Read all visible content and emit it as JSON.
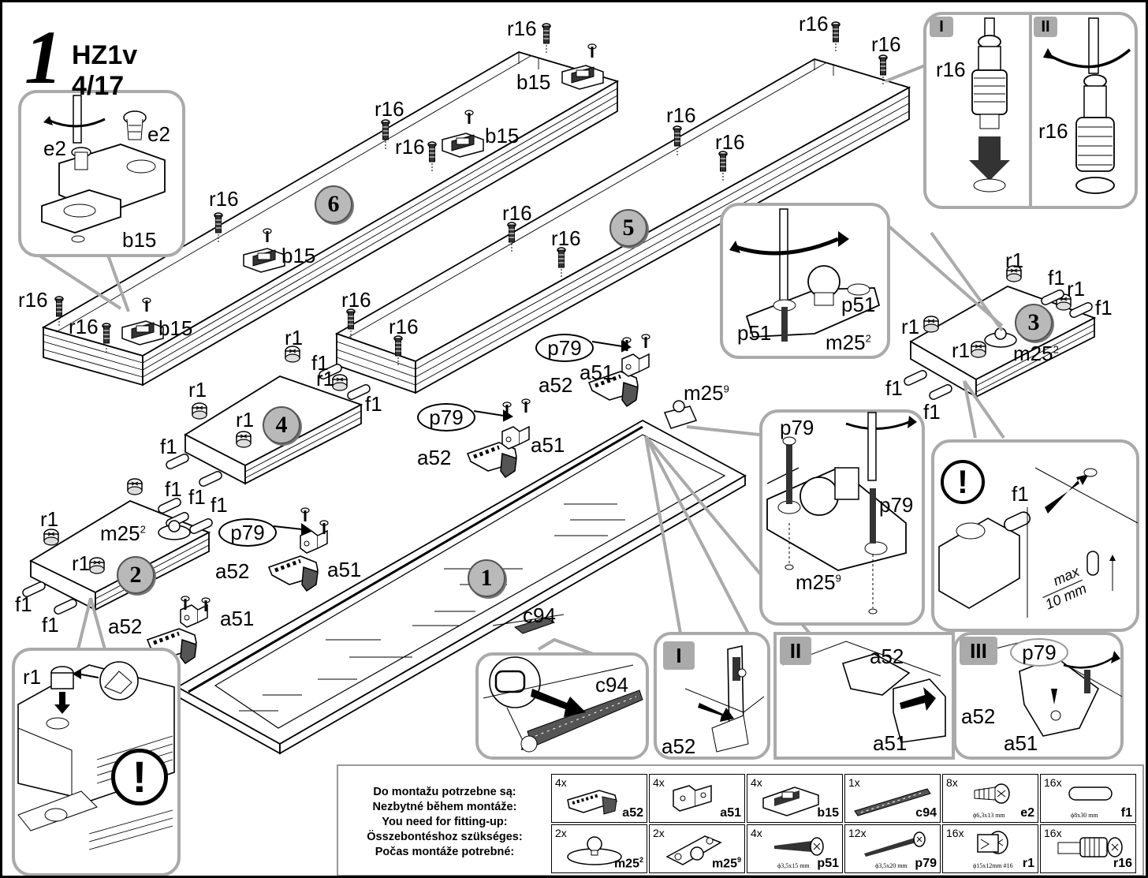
{
  "step_number": "1",
  "sheet_code": "HZ1v 4/17",
  "part_numbers": [
    "1",
    "2",
    "3",
    "4",
    "5",
    "6"
  ],
  "roman": [
    "I",
    "II",
    "III"
  ],
  "labels": {
    "r16": "r16",
    "r1": "r1",
    "f1": "f1",
    "b15": "b15",
    "e2": "e2",
    "a51": "a51",
    "a52": "a52",
    "p79": "p79",
    "p51": "p51",
    "c94": "c94",
    "m25": "m25",
    "m25_sup2": "2",
    "m25_sup9": "9",
    "max": "max",
    "max_val": "10 mm",
    "exclamation": "!"
  },
  "parts_heading": [
    "Do montažu potrzebne są:",
    "Nezbytné během montáže:",
    "You need for fitting-up:",
    "Összebontéshoz szükséges:",
    "Počas montáže potrebné:"
  ],
  "parts": [
    {
      "count": "4x",
      "code": "a52",
      "sup": "",
      "size": ""
    },
    {
      "count": "4x",
      "code": "a51",
      "sup": "",
      "size": ""
    },
    {
      "count": "4x",
      "code": "b15",
      "sup": "",
      "size": ""
    },
    {
      "count": "1x",
      "code": "c94",
      "sup": "",
      "size": ""
    },
    {
      "count": "8x",
      "code": "e2",
      "sup": "",
      "size": "ϕ6,3x13 mm"
    },
    {
      "count": "16x",
      "code": "f1",
      "sup": "",
      "size": "ϕ8x30 mm"
    },
    {
      "count": "2x",
      "code": "m25",
      "sup": "2",
      "size": ""
    },
    {
      "count": "2x",
      "code": "m25",
      "sup": "9",
      "size": ""
    },
    {
      "count": "4x",
      "code": "p51",
      "sup": "",
      "size": "ϕ3,5x15 mm"
    },
    {
      "count": "12x",
      "code": "p79",
      "sup": "",
      "size": "ϕ3,5x20 mm"
    },
    {
      "count": "16x",
      "code": "r1",
      "sup": "",
      "size": "ϕ15x12mm #16"
    },
    {
      "count": "16x",
      "code": "r16",
      "sup": "",
      "size": ""
    }
  ],
  "icons": {
    "screw": "screw-icon",
    "cam_lock": "cam-lock-icon",
    "dowel": "dowel-icon",
    "hinge": "hinge-icon",
    "mounting_plate": "mounting-plate-icon",
    "rotate": "rotate-arrow-icon",
    "warning": "warning-icon",
    "handle": "handle-profile-icon",
    "ball_catch": "ball-catch-icon"
  }
}
